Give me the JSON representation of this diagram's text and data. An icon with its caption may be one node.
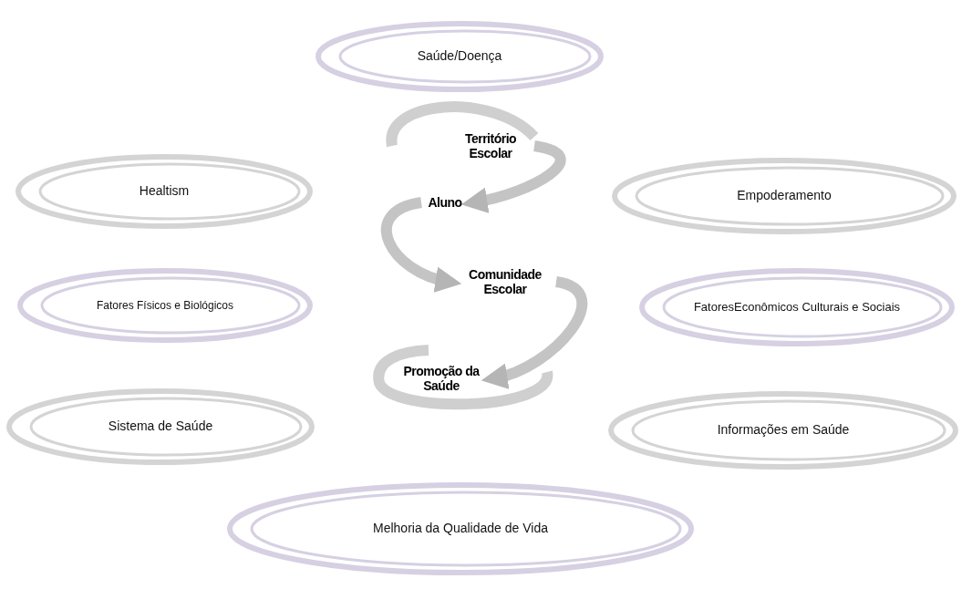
{
  "diagram": {
    "nodes": [
      {
        "text": [
          "Saúde/Doença"
        ]
      },
      {
        "text": [
          "Território Escolar"
        ]
      },
      {
        "text": [
          "Healtism"
        ]
      },
      {
        "text": [
          "Empoderamento"
        ]
      },
      {
        "text": [
          "Aluno"
        ]
      },
      {
        "text": [
          "Comunidade Escolar"
        ]
      },
      {
        "text": [
          "Fatores Físicos e Biológicos"
        ]
      },
      {
        "text": [
          "FatoresEconômicos Culturais e Sociais"
        ]
      },
      {
        "text": [
          "Promoção da Saúde"
        ]
      },
      {
        "text": [
          "Sistema de Saúde"
        ]
      },
      {
        "text": [
          "Informações em Saúde"
        ]
      },
      {
        "text": [
          "Melhoria da Qualidade de Vida"
        ]
      }
    ],
    "edges": [
      {
        "from": 1,
        "to": 4,
        "arrow": "to"
      },
      {
        "from": 4,
        "to": 5,
        "arrow": "to"
      },
      {
        "from": 5,
        "to": 8,
        "arrow": "to"
      }
    ]
  }
}
